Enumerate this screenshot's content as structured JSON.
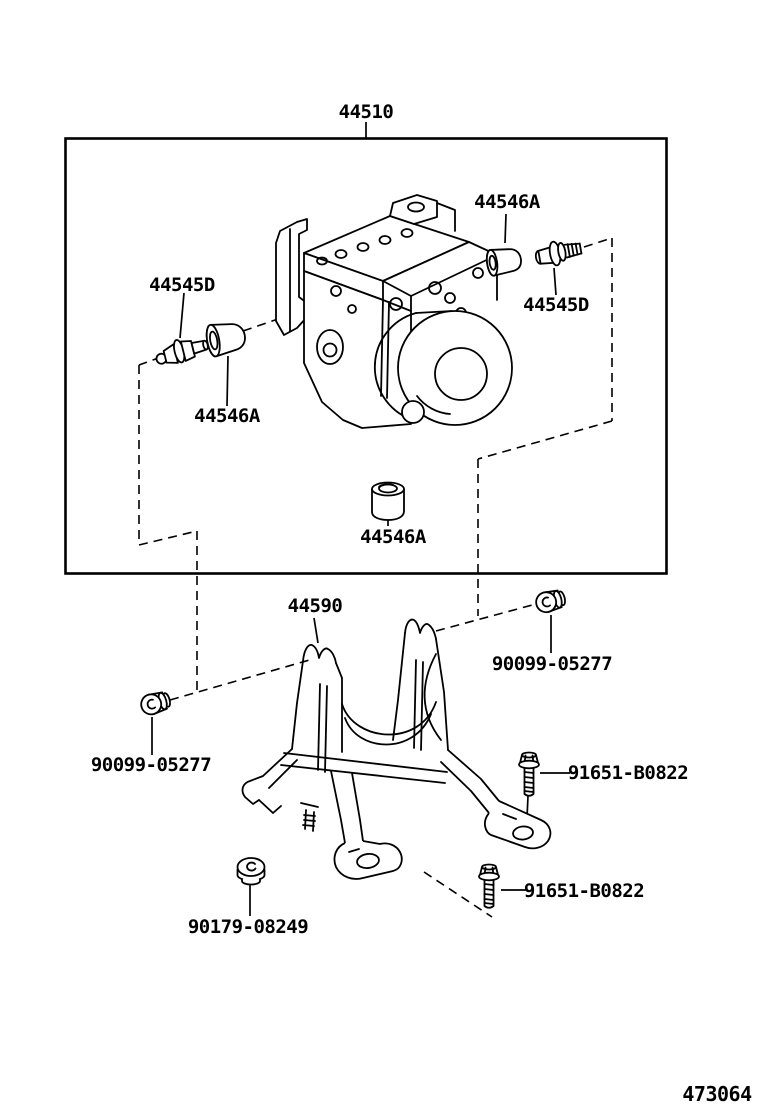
{
  "page": {
    "background": "#ffffff",
    "line_color": "#000000"
  },
  "figure": {
    "number": "473064",
    "assembly": {
      "label": "44510"
    },
    "part_labels": {
      "sensor_left": "44545D",
      "bushing_left": "44546A",
      "bushing_top_right": "44546A",
      "sensor_right": "44545D",
      "bushing_bottom": "44546A",
      "bracket": "44590",
      "grommet_right": "90099-05277",
      "grommet_left": "90099-05277",
      "bolt_upper": "91651-B0822",
      "bolt_lower": "91651-B0822",
      "nut": "90179-08249"
    }
  }
}
